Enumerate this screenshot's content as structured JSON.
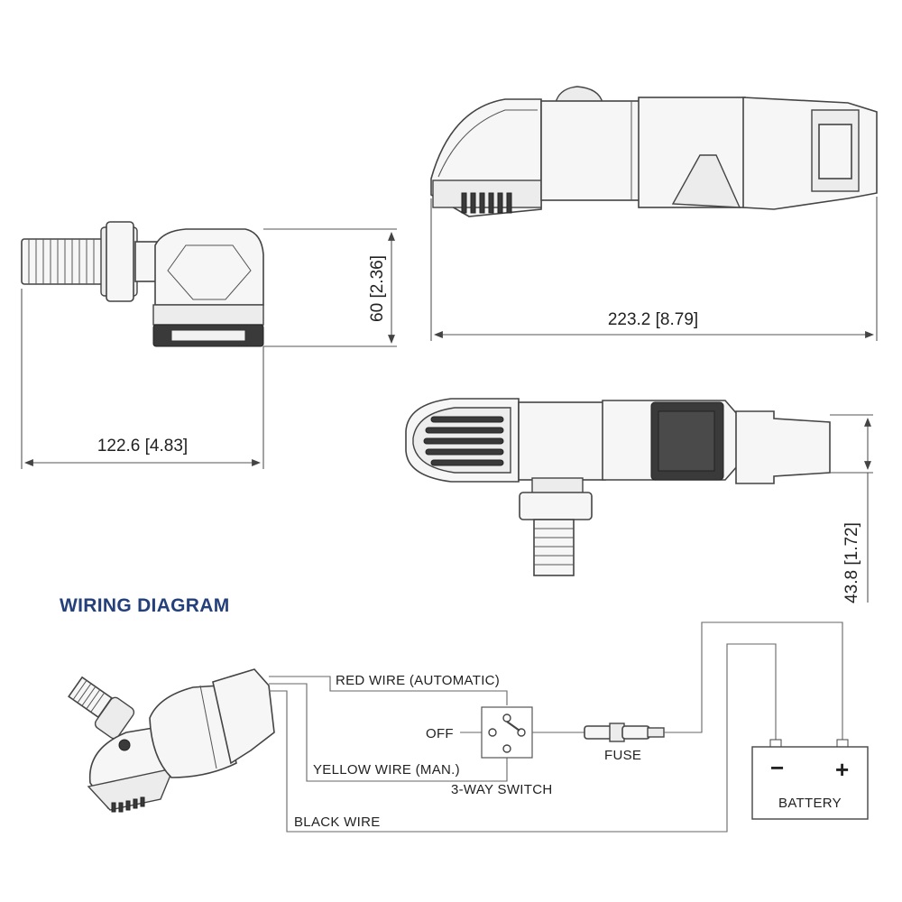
{
  "dimensions": {
    "side_height": "60 [2.36]",
    "side_length": "122.6 [4.83]",
    "top_length": "223.2 [8.79]",
    "bottom_height": "43.8 [1.72]"
  },
  "wiring": {
    "title": "WIRING DIAGRAM",
    "red_wire": "RED WIRE (AUTOMATIC)",
    "off": "OFF",
    "yellow_wire": "YELLOW WIRE (MAN.)",
    "switch": "3-WAY SWITCH",
    "fuse": "FUSE",
    "black_wire": "BLACK WIRE",
    "battery": "BATTERY",
    "minus": "−",
    "plus": "+"
  }
}
